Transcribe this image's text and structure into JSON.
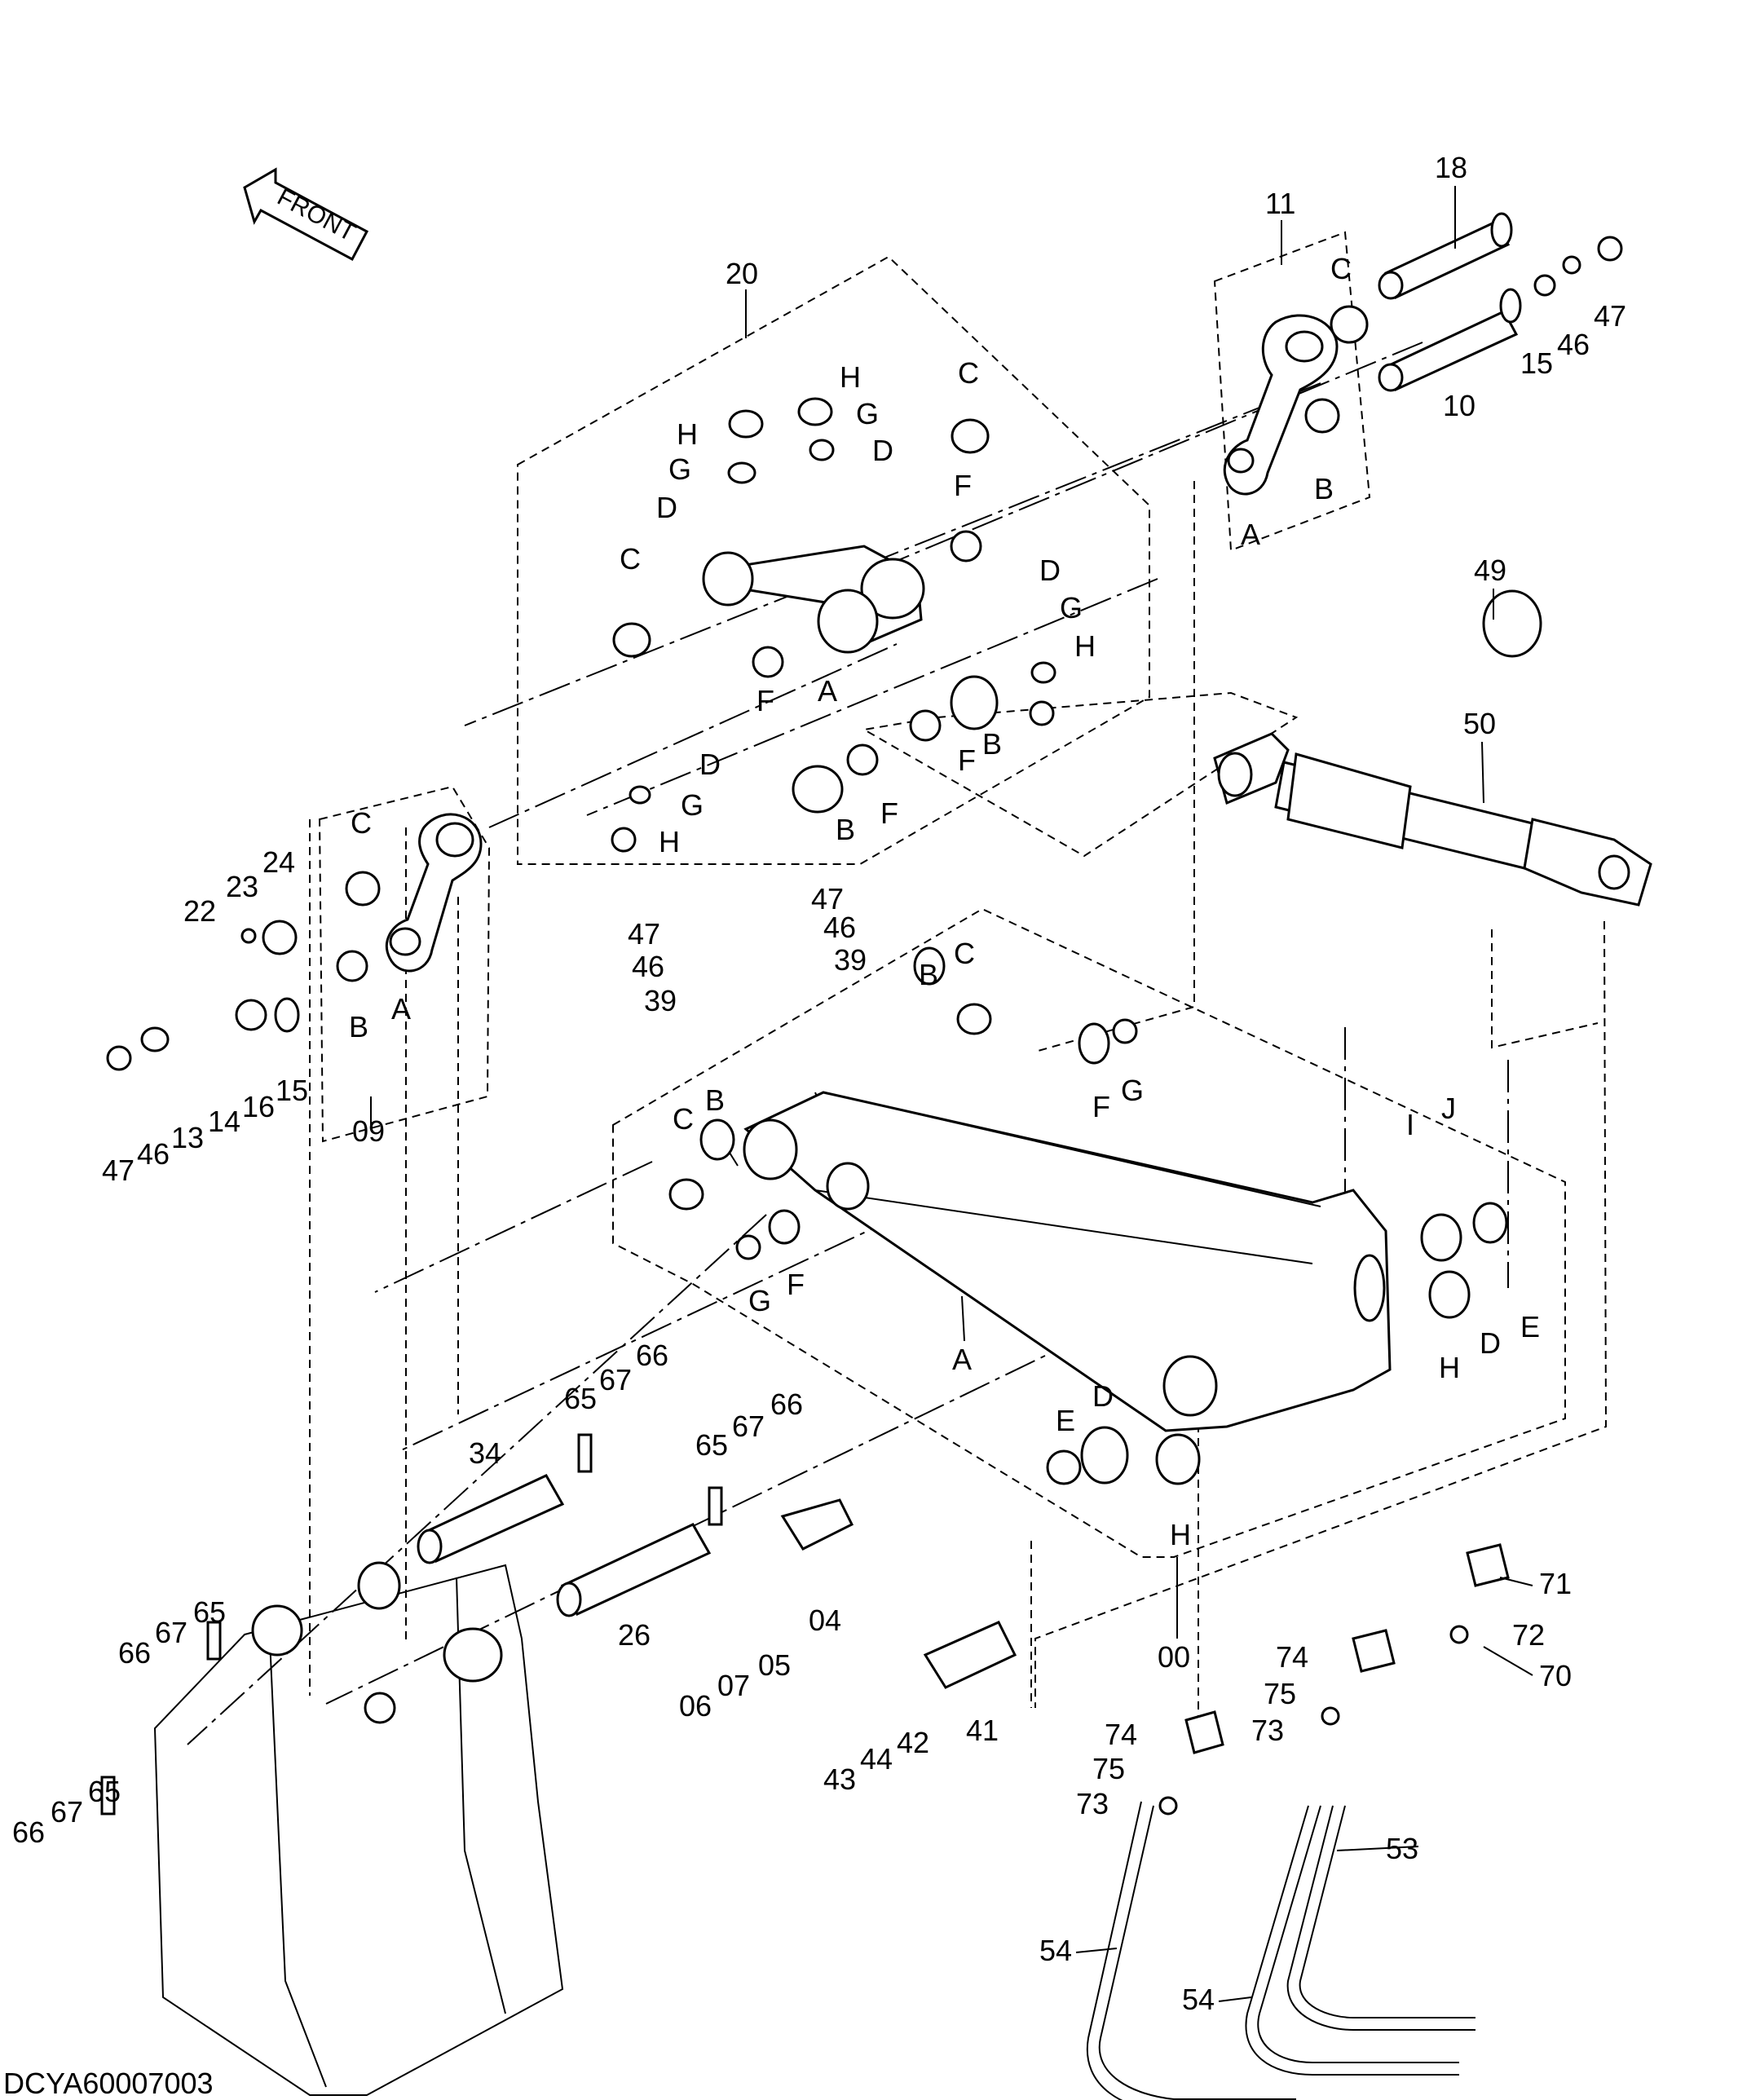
{
  "diagram": {
    "front_arrow_text": "FRONT",
    "drawing_code": "DCYA60007003",
    "callouts": [
      "18",
      "11",
      "C",
      "15",
      "46",
      "47",
      "10",
      "B",
      "A",
      "20",
      "H",
      "G",
      "C",
      "D",
      "H",
      "G",
      "D",
      "F",
      "C",
      "D",
      "G",
      "H",
      "A",
      "F",
      "D",
      "G",
      "H",
      "F",
      "B",
      "B",
      "F",
      "49",
      "50",
      "C",
      "24",
      "23",
      "22",
      "B",
      "A",
      "47",
      "46",
      "13",
      "14",
      "16",
      "15",
      "09",
      "47",
      "46",
      "39",
      "47",
      "46",
      "39",
      "B",
      "C",
      "F",
      "G",
      "C",
      "B",
      "G",
      "F",
      "I",
      "J",
      "A",
      "D",
      "E",
      "H",
      "D",
      "E",
      "H",
      "00",
      "34",
      "65",
      "67",
      "66",
      "65",
      "67",
      "66",
      "26",
      "04",
      "06",
      "07",
      "05",
      "41",
      "43",
      "44",
      "42",
      "65",
      "67",
      "66",
      "65",
      "67",
      "66",
      "71",
      "72",
      "70",
      "74",
      "75",
      "73",
      "74",
      "75",
      "73",
      "53",
      "54",
      "54"
    ]
  }
}
